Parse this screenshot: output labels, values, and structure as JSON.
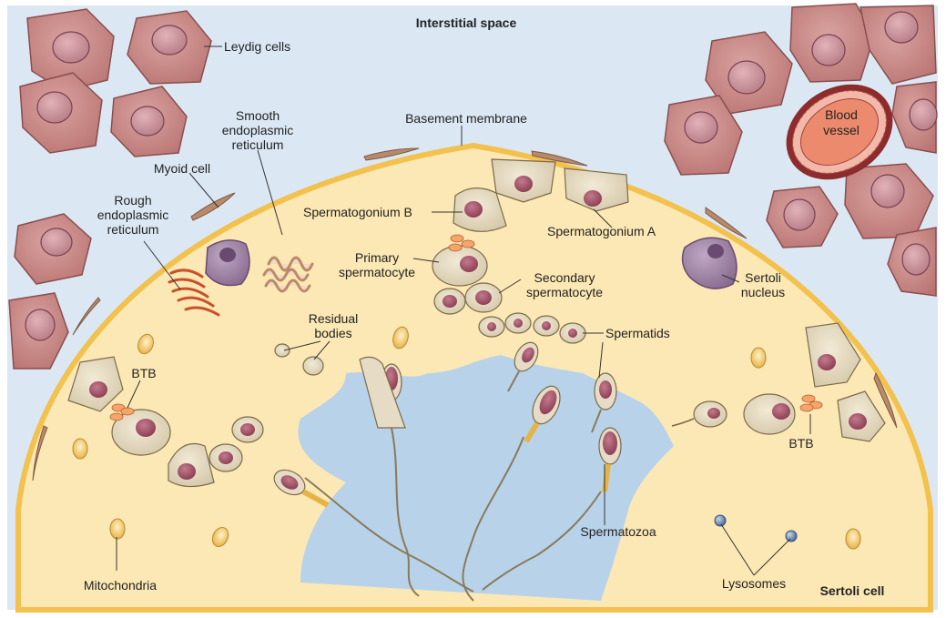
{
  "labels": {
    "interstitial_space": "Interstitial space",
    "leydig_cells": "Leydig cells",
    "basement_membrane": "Basement membrane",
    "smooth_er": [
      "Smooth",
      "endoplasmic",
      "reticulum"
    ],
    "myoid_cell": "Myoid cell",
    "rough_er": [
      "Rough",
      "endoplasmic",
      "reticulum"
    ],
    "spermatogonium_b": "Spermatogonium B",
    "spermatogonium_a": "Spermatogonium A",
    "primary_spermatocyte": [
      "Primary",
      "spermatocyte"
    ],
    "secondary_spermatocyte": [
      "Secondary",
      "spermatocyte"
    ],
    "blood_vessel": [
      "Blood",
      "vessel"
    ],
    "sertoli_nucleus": [
      "Sertoli",
      "nucleus"
    ],
    "residual_bodies": [
      "Residual",
      "bodies"
    ],
    "spermatids": "Spermatids",
    "btb_left": "BTB",
    "btb_right": "BTB",
    "spermatozoa": "Spermatozoa",
    "mitochondria": "Mitochondria",
    "lysosomes": "Lysosomes",
    "sertoli_cell": "Sertoli cell"
  },
  "colors": {
    "interstitial": "#dbe8f4",
    "sertoli_cytoplasm": "#fce8b4",
    "membrane": "#f2c14e",
    "leydig": "#c98a8a",
    "nucleus": "#9b4a5e",
    "germ_cell": "#e6dcc6",
    "lumen": "#b8d2ea",
    "sertoli_nucleus": "#9a7fa0",
    "rough_er": "#e8733d"
  }
}
